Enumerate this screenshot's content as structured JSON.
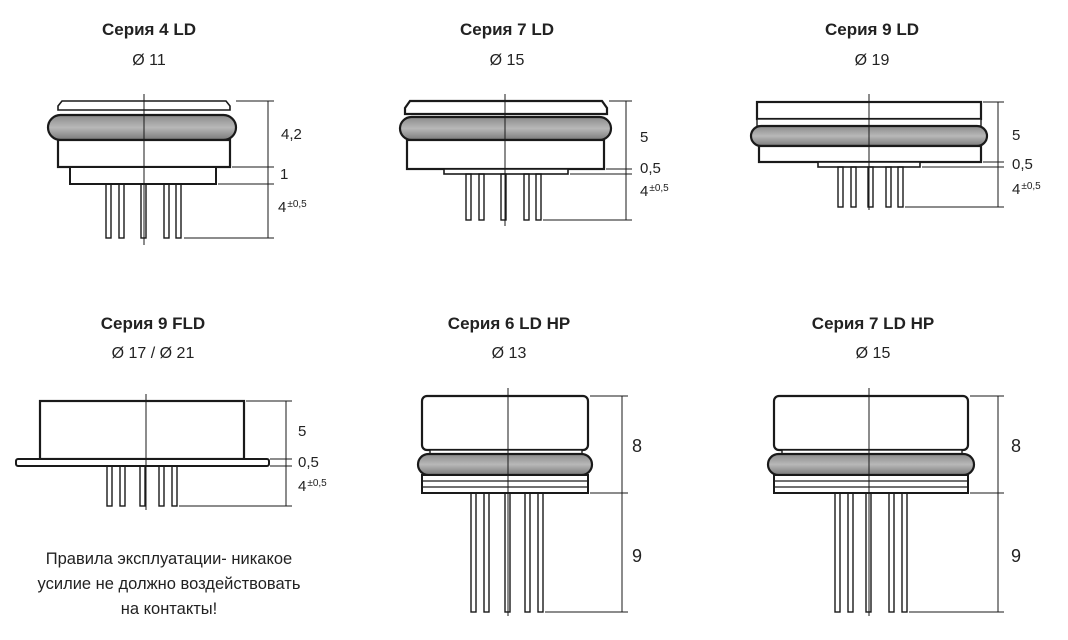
{
  "colors": {
    "line": "#1a1a1a",
    "oring": "#a7a7a7",
    "body": "#ffffff"
  },
  "series": [
    {
      "title": "Серия 4 LD",
      "diameter": "Ø 11",
      "dims": {
        "height": "4,2",
        "step": "1",
        "pin_length": "4",
        "tolerance": "±0,5"
      }
    },
    {
      "title": "Серия 7 LD",
      "diameter": "Ø 15",
      "dims": {
        "height": "5",
        "step": "0,5",
        "pin_length": "4",
        "tolerance": "±0,5"
      }
    },
    {
      "title": "Серия 9 LD",
      "diameter": "Ø 19",
      "dims": {
        "height": "5",
        "step": "0,5",
        "pin_length": "4",
        "tolerance": "±0,5"
      }
    },
    {
      "title": "Серия  9 FLD",
      "diameter": "Ø 17 / Ø 21",
      "dims": {
        "height": "5",
        "step": "0,5",
        "pin_length": "4",
        "tolerance": "±0,5"
      }
    },
    {
      "title": "Серия  6 LD HP",
      "diameter": "Ø 13",
      "dims": {
        "height": "8",
        "pin_length": "9"
      }
    },
    {
      "title": "Серия  7 LD HP",
      "diameter": "Ø 15",
      "dims": {
        "height": "8",
        "pin_length": "9"
      }
    }
  ],
  "note": {
    "lines": [
      "Правила эксплуатации- никакое",
      "усилие не должно воздействовать",
      "на контакты!"
    ]
  }
}
